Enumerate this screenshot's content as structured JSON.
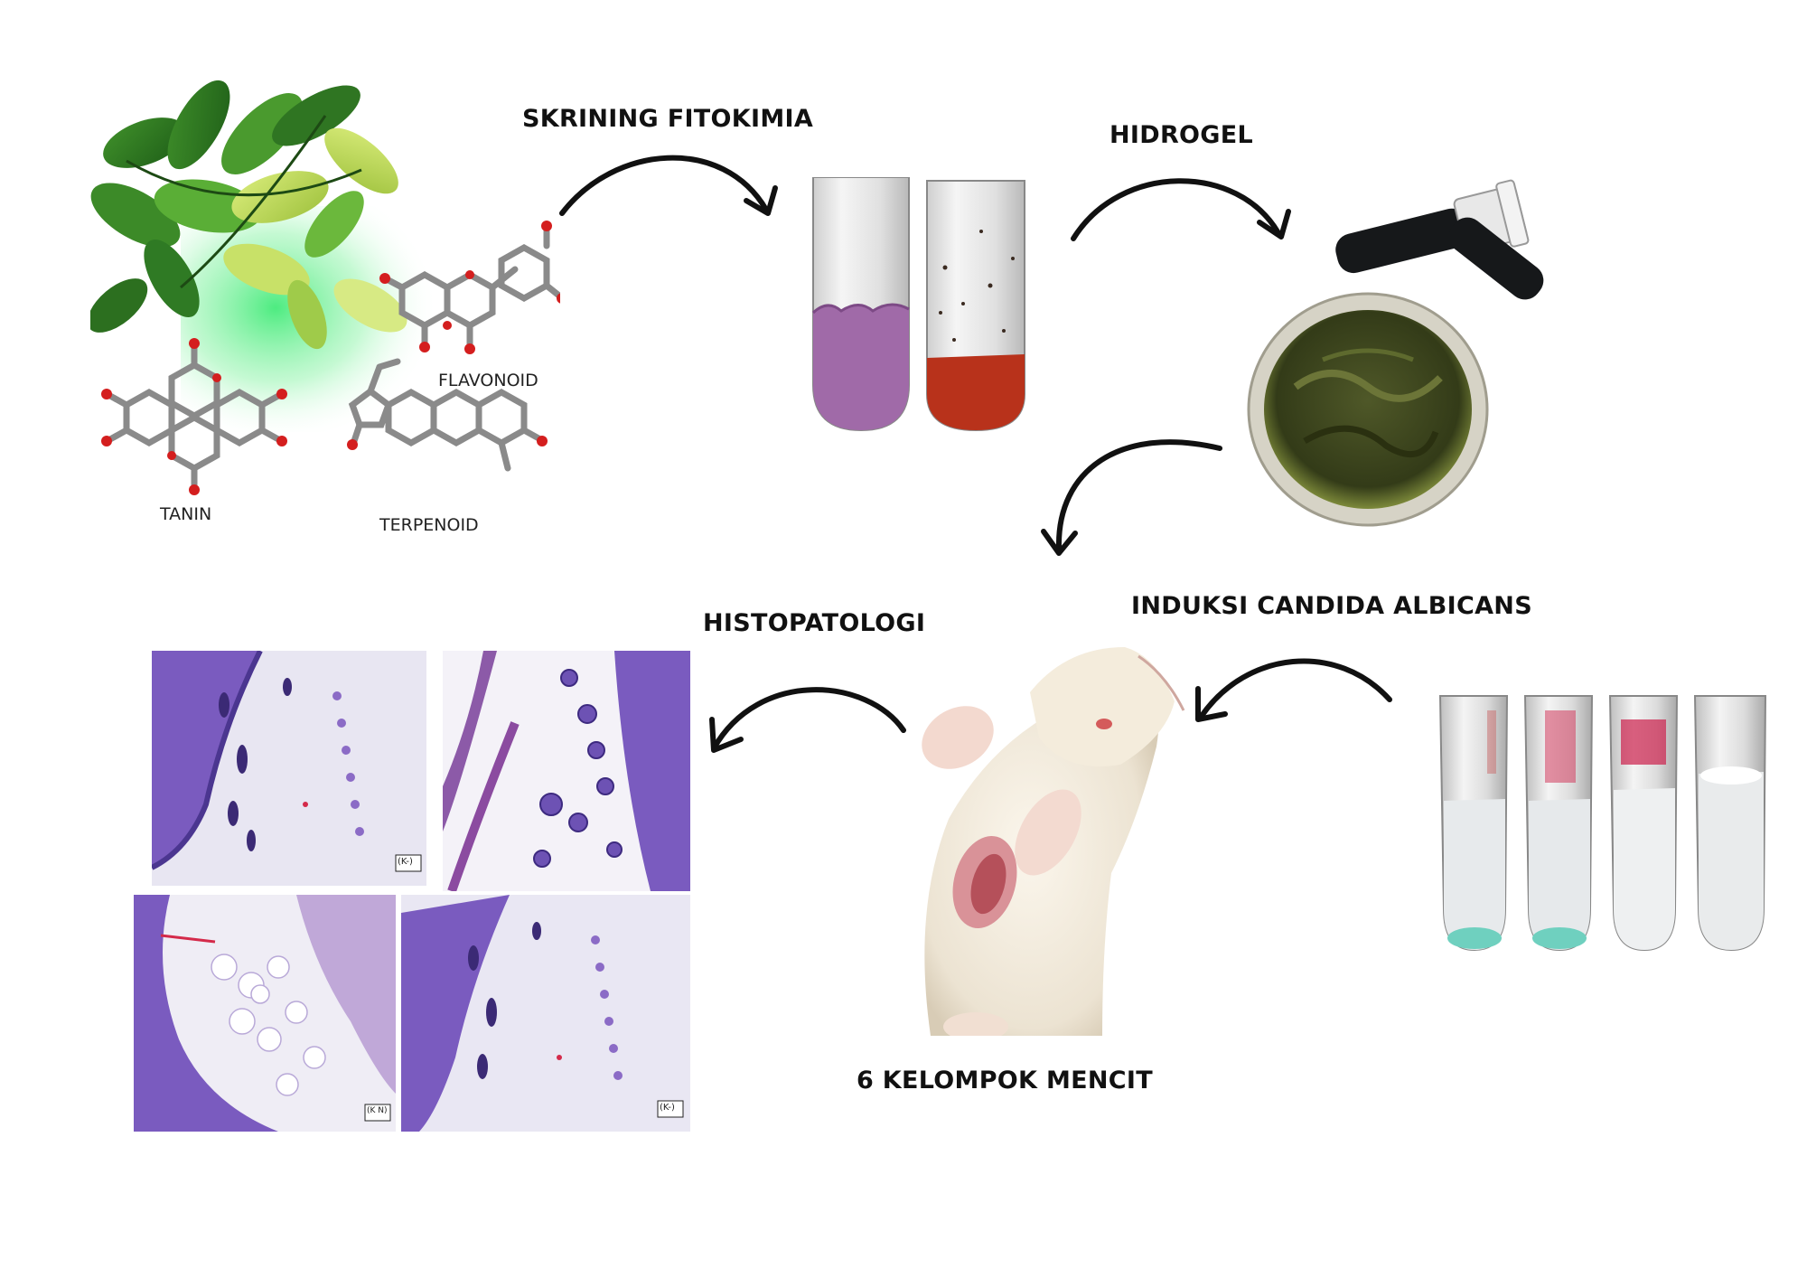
{
  "labels": {
    "screening": "SKRINING FITOKIMIA",
    "hydrogel": "HIDROGEL",
    "induction": "INDUKSI CANDIDA ALBICANS",
    "mice": "6 KELOMPOK MENCIT",
    "histopathology": "HISTOPATOLOGI"
  },
  "molecules": {
    "flavonoid": "FLAVONOID",
    "tannin": "TANIN",
    "terpenoid": "TERPENOID"
  },
  "histology_tags": {
    "panel1": "(K-)",
    "panel3": "(K N)",
    "panel4": "(K-)"
  },
  "colors": {
    "leaf_glow": "#2ee86a",
    "arrow": "#111111",
    "tissue": "#7a5bbf",
    "tube_purple": "#a06aa8",
    "tube_red": "#b8321b",
    "gel": "#3d4420"
  }
}
